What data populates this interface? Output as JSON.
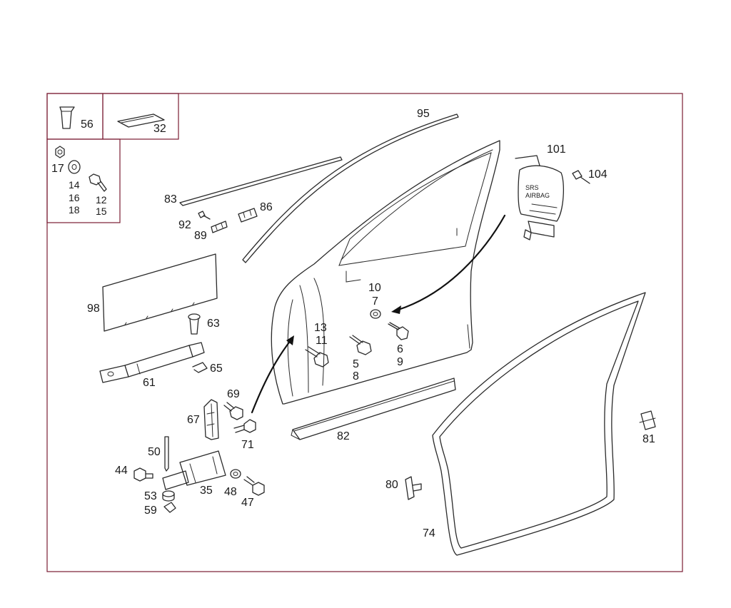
{
  "labels": {
    "p56": "56",
    "p32": "32",
    "p17": "17",
    "p14": "14",
    "p16": "16",
    "p18": "18",
    "p12": "12",
    "p15": "15",
    "p83": "83",
    "p92": "92",
    "p89": "89",
    "p86": "86",
    "p95": "95",
    "p101": "101",
    "p104": "104",
    "p98": "98",
    "p63": "63",
    "p65": "65",
    "p61": "61",
    "p10": "10",
    "p7": "7",
    "p13": "13",
    "p11": "11",
    "p6": "6",
    "p9": "9",
    "p5": "5",
    "p8": "8",
    "p69": "69",
    "p67": "67",
    "p71": "71",
    "p82": "82",
    "p81": "81",
    "p50": "50",
    "p44": "44",
    "p35": "35",
    "p48": "48",
    "p53": "53",
    "p47": "47",
    "p59": "59",
    "p80": "80",
    "p74": "74"
  },
  "airbag": {
    "line1": "SRS",
    "line2": "AIRBAG"
  }
}
